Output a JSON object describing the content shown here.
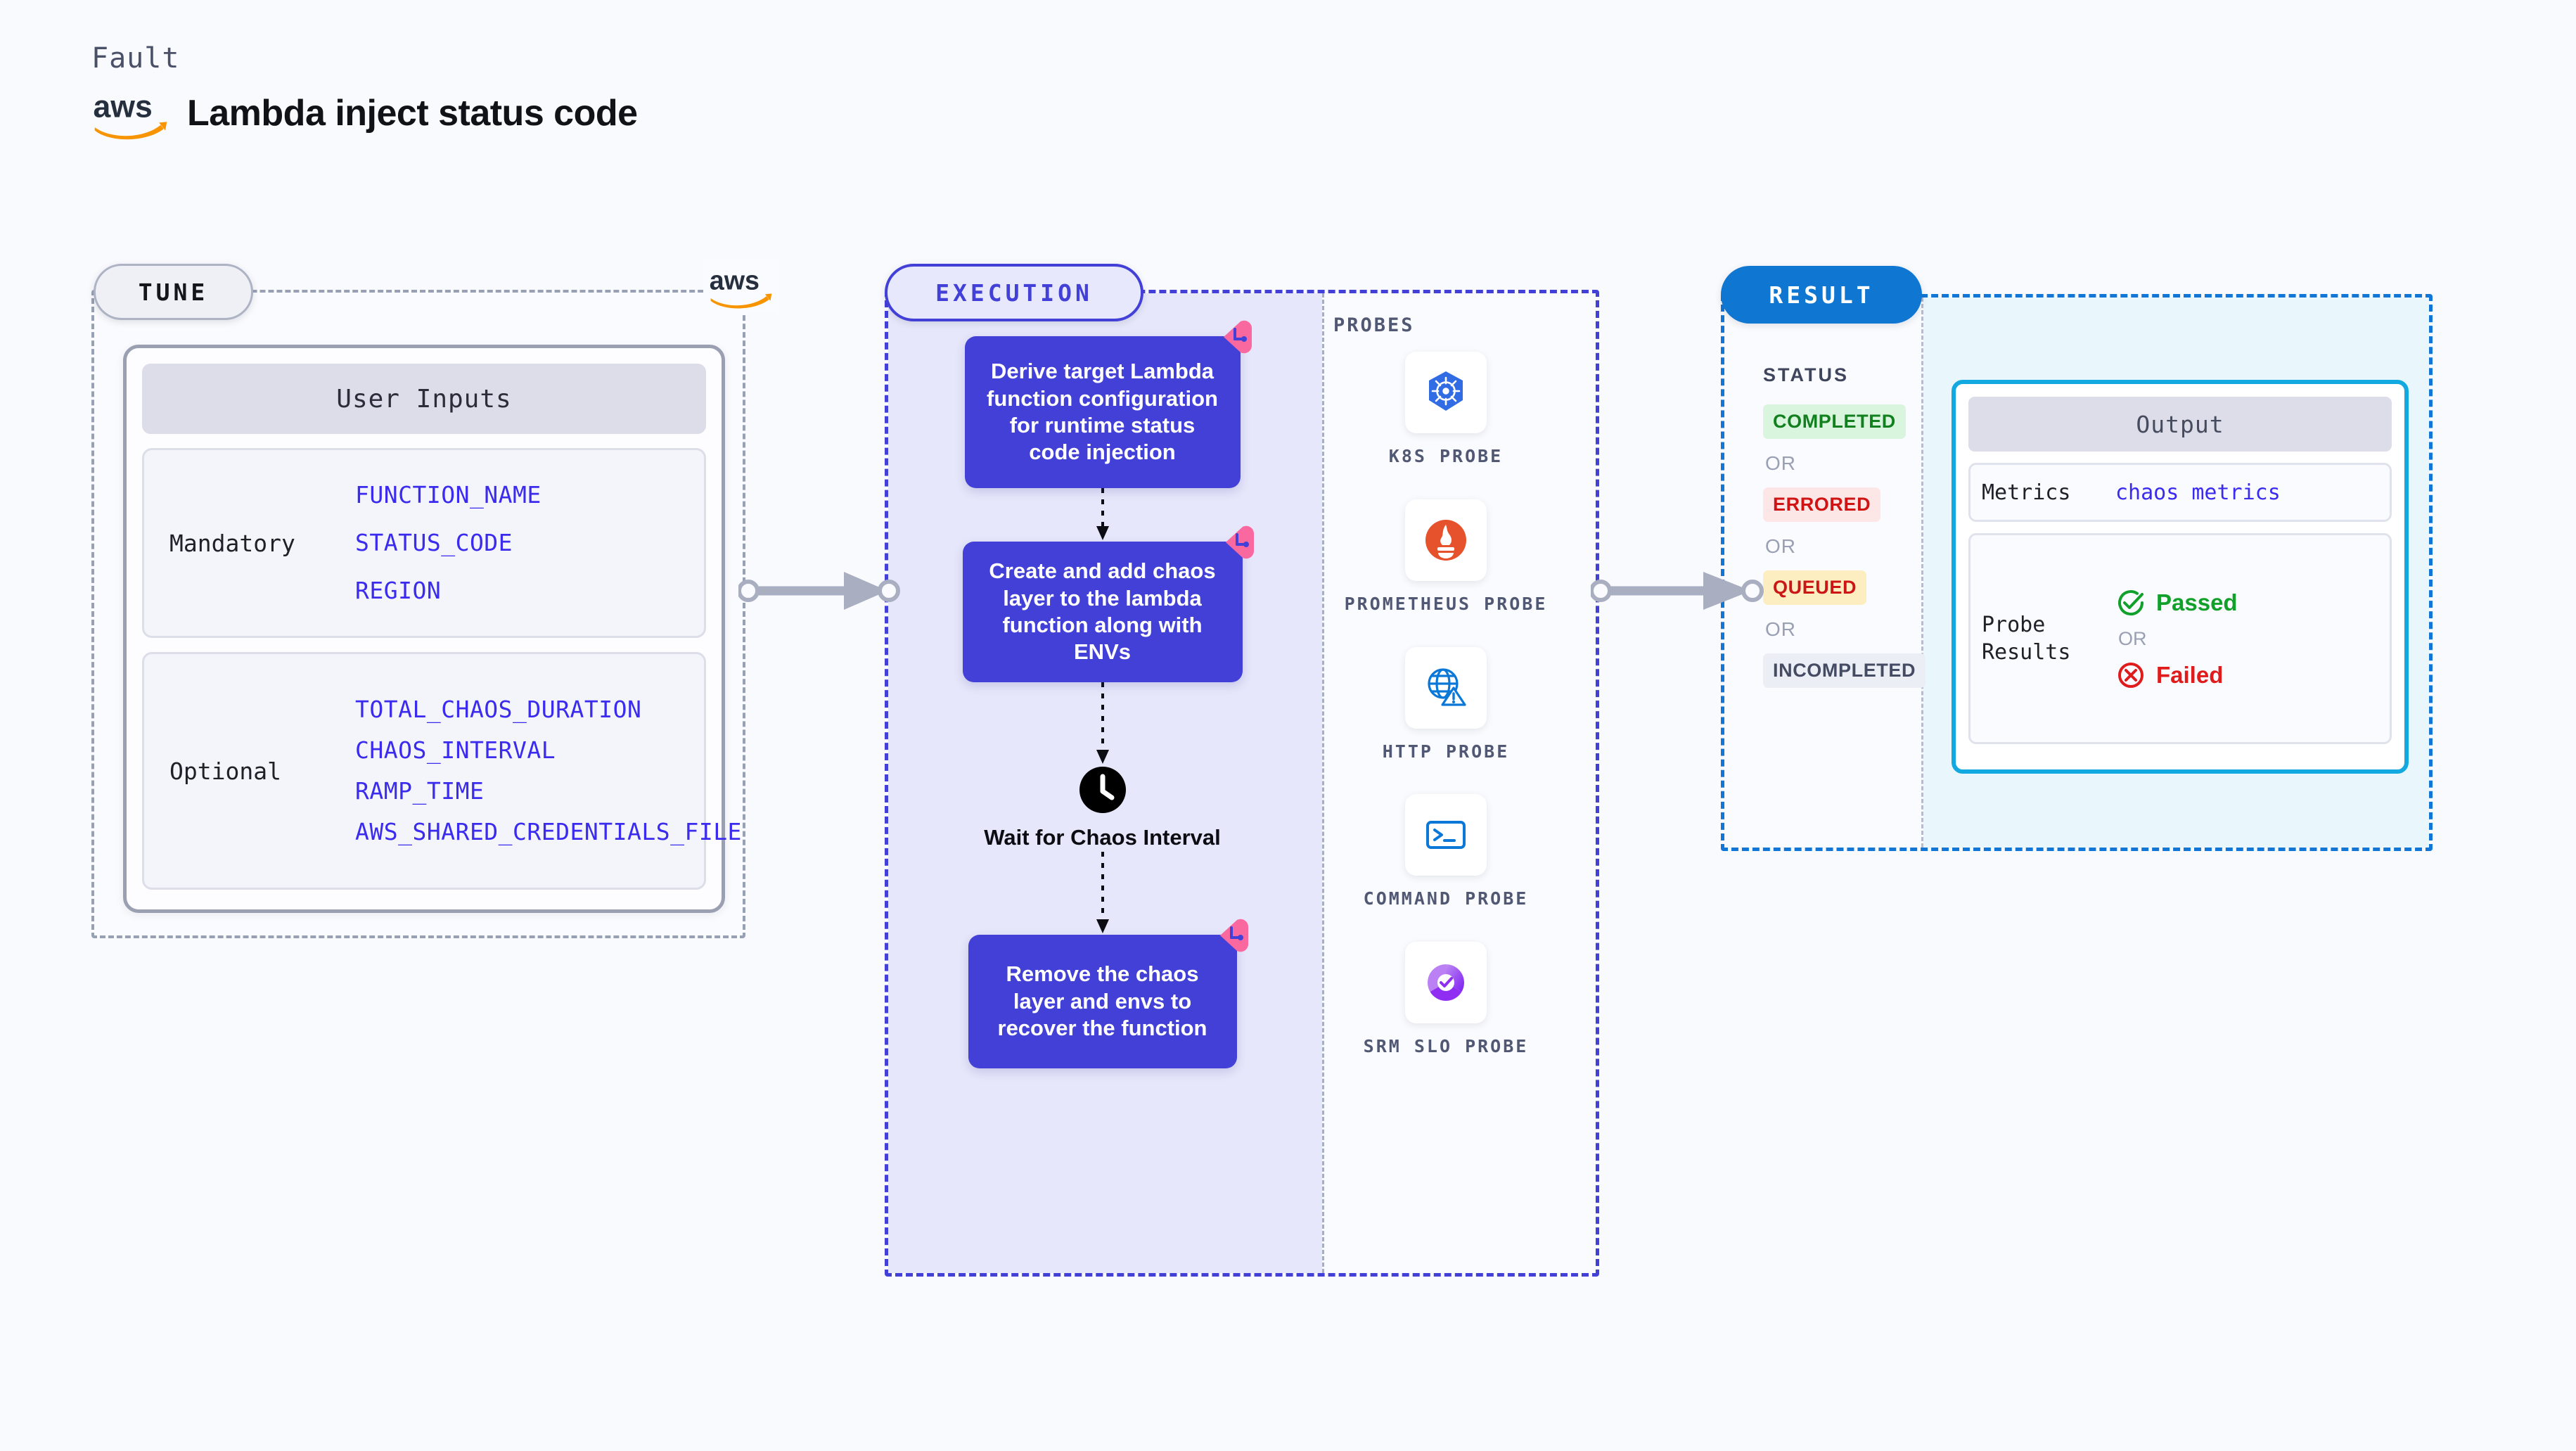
{
  "header": {
    "kicker": "Fault",
    "title": "Lambda inject status code",
    "logo_icon": "aws-logo"
  },
  "tune": {
    "chip_label": "TUNE",
    "badge_icon": "aws-logo",
    "card_title": "User Inputs",
    "groups": [
      {
        "label": "Mandatory",
        "params": [
          "FUNCTION_NAME",
          "STATUS_CODE",
          "REGION"
        ]
      },
      {
        "label": "Optional",
        "params": [
          "TOTAL_CHAOS_DURATION",
          "CHAOS_INTERVAL",
          "RAMP_TIME",
          "AWS_SHARED_CREDENTIALS_FILE"
        ]
      }
    ]
  },
  "execution": {
    "chip_label": "EXECUTION",
    "steps": [
      {
        "text": "Derive target Lambda function configuration for runtime status code injection",
        "marker_icon": "retry-marker-icon"
      },
      {
        "text": "Create and add chaos layer to the lambda function along with ENVs",
        "marker_icon": "retry-marker-icon"
      }
    ],
    "wait": {
      "icon": "clock-icon",
      "label": "Wait for Chaos Interval"
    },
    "final_step": {
      "text": "Remove the chaos layer and envs to recover the function",
      "marker_icon": "retry-marker-icon"
    }
  },
  "probes": {
    "title": "PROBES",
    "items": [
      {
        "name": "K8S PROBE",
        "icon": "kubernetes-icon"
      },
      {
        "name": "PROMETHEUS PROBE",
        "icon": "prometheus-icon"
      },
      {
        "name": "HTTP PROBE",
        "icon": "http-globe-icon"
      },
      {
        "name": "COMMAND PROBE",
        "icon": "terminal-icon"
      },
      {
        "name": "SRM SLO PROBE",
        "icon": "srm-slo-icon"
      }
    ]
  },
  "result": {
    "chip_label": "RESULT",
    "status_title": "STATUS",
    "or_label": "OR",
    "statuses": [
      {
        "label": "COMPLETED",
        "color": "#12801f",
        "bg": "#d9f5dd"
      },
      {
        "label": "ERRORED",
        "color": "#d01414",
        "bg": "#fde6e6"
      },
      {
        "label": "QUEUED",
        "color": "#cc1515",
        "bg": "#fdeec2"
      },
      {
        "label": "INCOMPLETED",
        "color": "#444b63",
        "bg": "#eceef5"
      }
    ],
    "output": {
      "title": "Output",
      "metrics_key": "Metrics",
      "metrics_value": "chaos metrics",
      "probe_key": "Probe Results",
      "passed_label": "Passed",
      "failed_label": "Failed",
      "or_label": "OR",
      "passed_icon": "check-circle-icon",
      "failed_icon": "x-circle-icon"
    }
  },
  "colors": {
    "accent_indigo": "#4340d8",
    "accent_blue": "#1276d6",
    "accent_cyan": "#12a8e0",
    "marker_pink": "#f9699f",
    "aws_orange": "#f79400",
    "param_text": "#3a2bef"
  }
}
